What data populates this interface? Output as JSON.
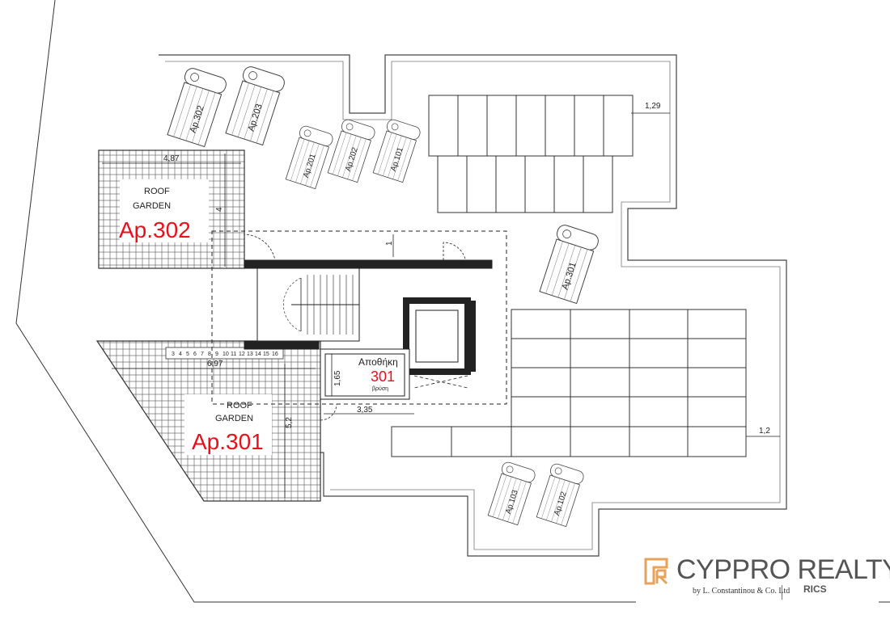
{
  "gardens": {
    "ap302": {
      "roof_line1": "ROOF",
      "roof_line2": "GARDEN",
      "name": "Ap.302",
      "dim_width": "4,87",
      "dim_depth": "4"
    },
    "ap301": {
      "roof_line1": "ROOF",
      "roof_line2": "GARDEN",
      "name": "Ap.301",
      "dim_width": "6,97",
      "dim_depth": "5,2"
    }
  },
  "storage": {
    "title": "Αποθήκη",
    "number": "301",
    "sub": "βρύση"
  },
  "dimensions": {
    "d_1": "1",
    "d_1_29": "1,29",
    "d_1_2": "1,2",
    "d_1_65": "1,65",
    "d_3_35": "3,35"
  },
  "stair_steps": [
    "3",
    "4",
    "5",
    "6",
    "7",
    "8",
    "9",
    "10",
    "11",
    "12",
    "13",
    "14",
    "15",
    "16"
  ],
  "heaters": [
    "Ap.302",
    "Ap.203",
    "Ap.201",
    "Ap.202",
    "Ap.101",
    "Ap.301",
    "Ap.103",
    "Ap.102"
  ],
  "brand": {
    "name": "CYPPRO REALTY",
    "sub": "by L. Constantinou & Co. Ltd",
    "rics": "RICS",
    "logo_color": "#e8a25a"
  }
}
